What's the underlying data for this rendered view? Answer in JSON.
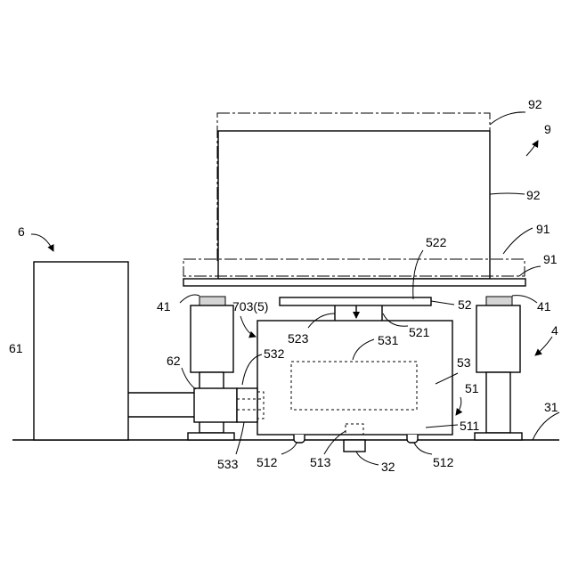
{
  "labels": {
    "l92_top": "92",
    "l9": "9",
    "l92_mid": "92",
    "l6": "6",
    "l91_a": "91",
    "l522": "522",
    "l91_b": "91",
    "l41_left": "41",
    "l703": "703(5)",
    "l52": "52",
    "l41_right": "41",
    "l523": "523",
    "l521": "521",
    "l4": "4",
    "l61": "61",
    "l531": "531",
    "l532": "532",
    "l62": "62",
    "l53": "53",
    "l51": "51",
    "l31": "31",
    "l511": "511",
    "l533": "533",
    "l512_left": "512",
    "l513": "513",
    "l32": "32",
    "l512_right": "512"
  }
}
